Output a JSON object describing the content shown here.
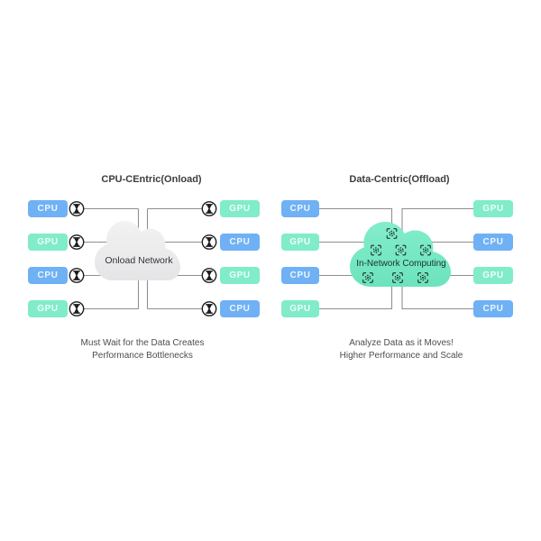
{
  "panels": {
    "left": {
      "title": "CPU-CEntric(Onload)",
      "cloud_label": "Onload Network",
      "caption": [
        "Must Wait for the Data Creates",
        "Performance Bottlenecks"
      ],
      "left_nodes": [
        "CPU",
        "GPU",
        "CPU",
        "GPU"
      ],
      "right_nodes": [
        "GPU",
        "CPU",
        "GPU",
        "CPU"
      ]
    },
    "right": {
      "title": "Data-Centric(Offload)",
      "cloud_label": "In-Network Computing",
      "caption": [
        "Analyze Data as it Moves!",
        "Higher Performance and Scale"
      ],
      "left_nodes": [
        "CPU",
        "GPU",
        "CPU",
        "GPU"
      ],
      "right_nodes": [
        "GPU",
        "CPU",
        "GPU",
        "CPU"
      ]
    }
  },
  "icons": {
    "wait": "hourglass-icon",
    "compute": "chip-icon"
  },
  "colors": {
    "cpu_box": "#6fb1f4",
    "gpu_box": "#80ecca",
    "box_text": "rgba(255,255,255,0.88)",
    "connector_line": "#8f8f8f",
    "onload_cloud": "#eaeaec",
    "offload_cloud": "#74e7c2",
    "icon_stroke": "#1d1d1d",
    "title_text": "#3d3d3d",
    "caption_text": "#4d4d4d",
    "background": "#ffffff"
  }
}
